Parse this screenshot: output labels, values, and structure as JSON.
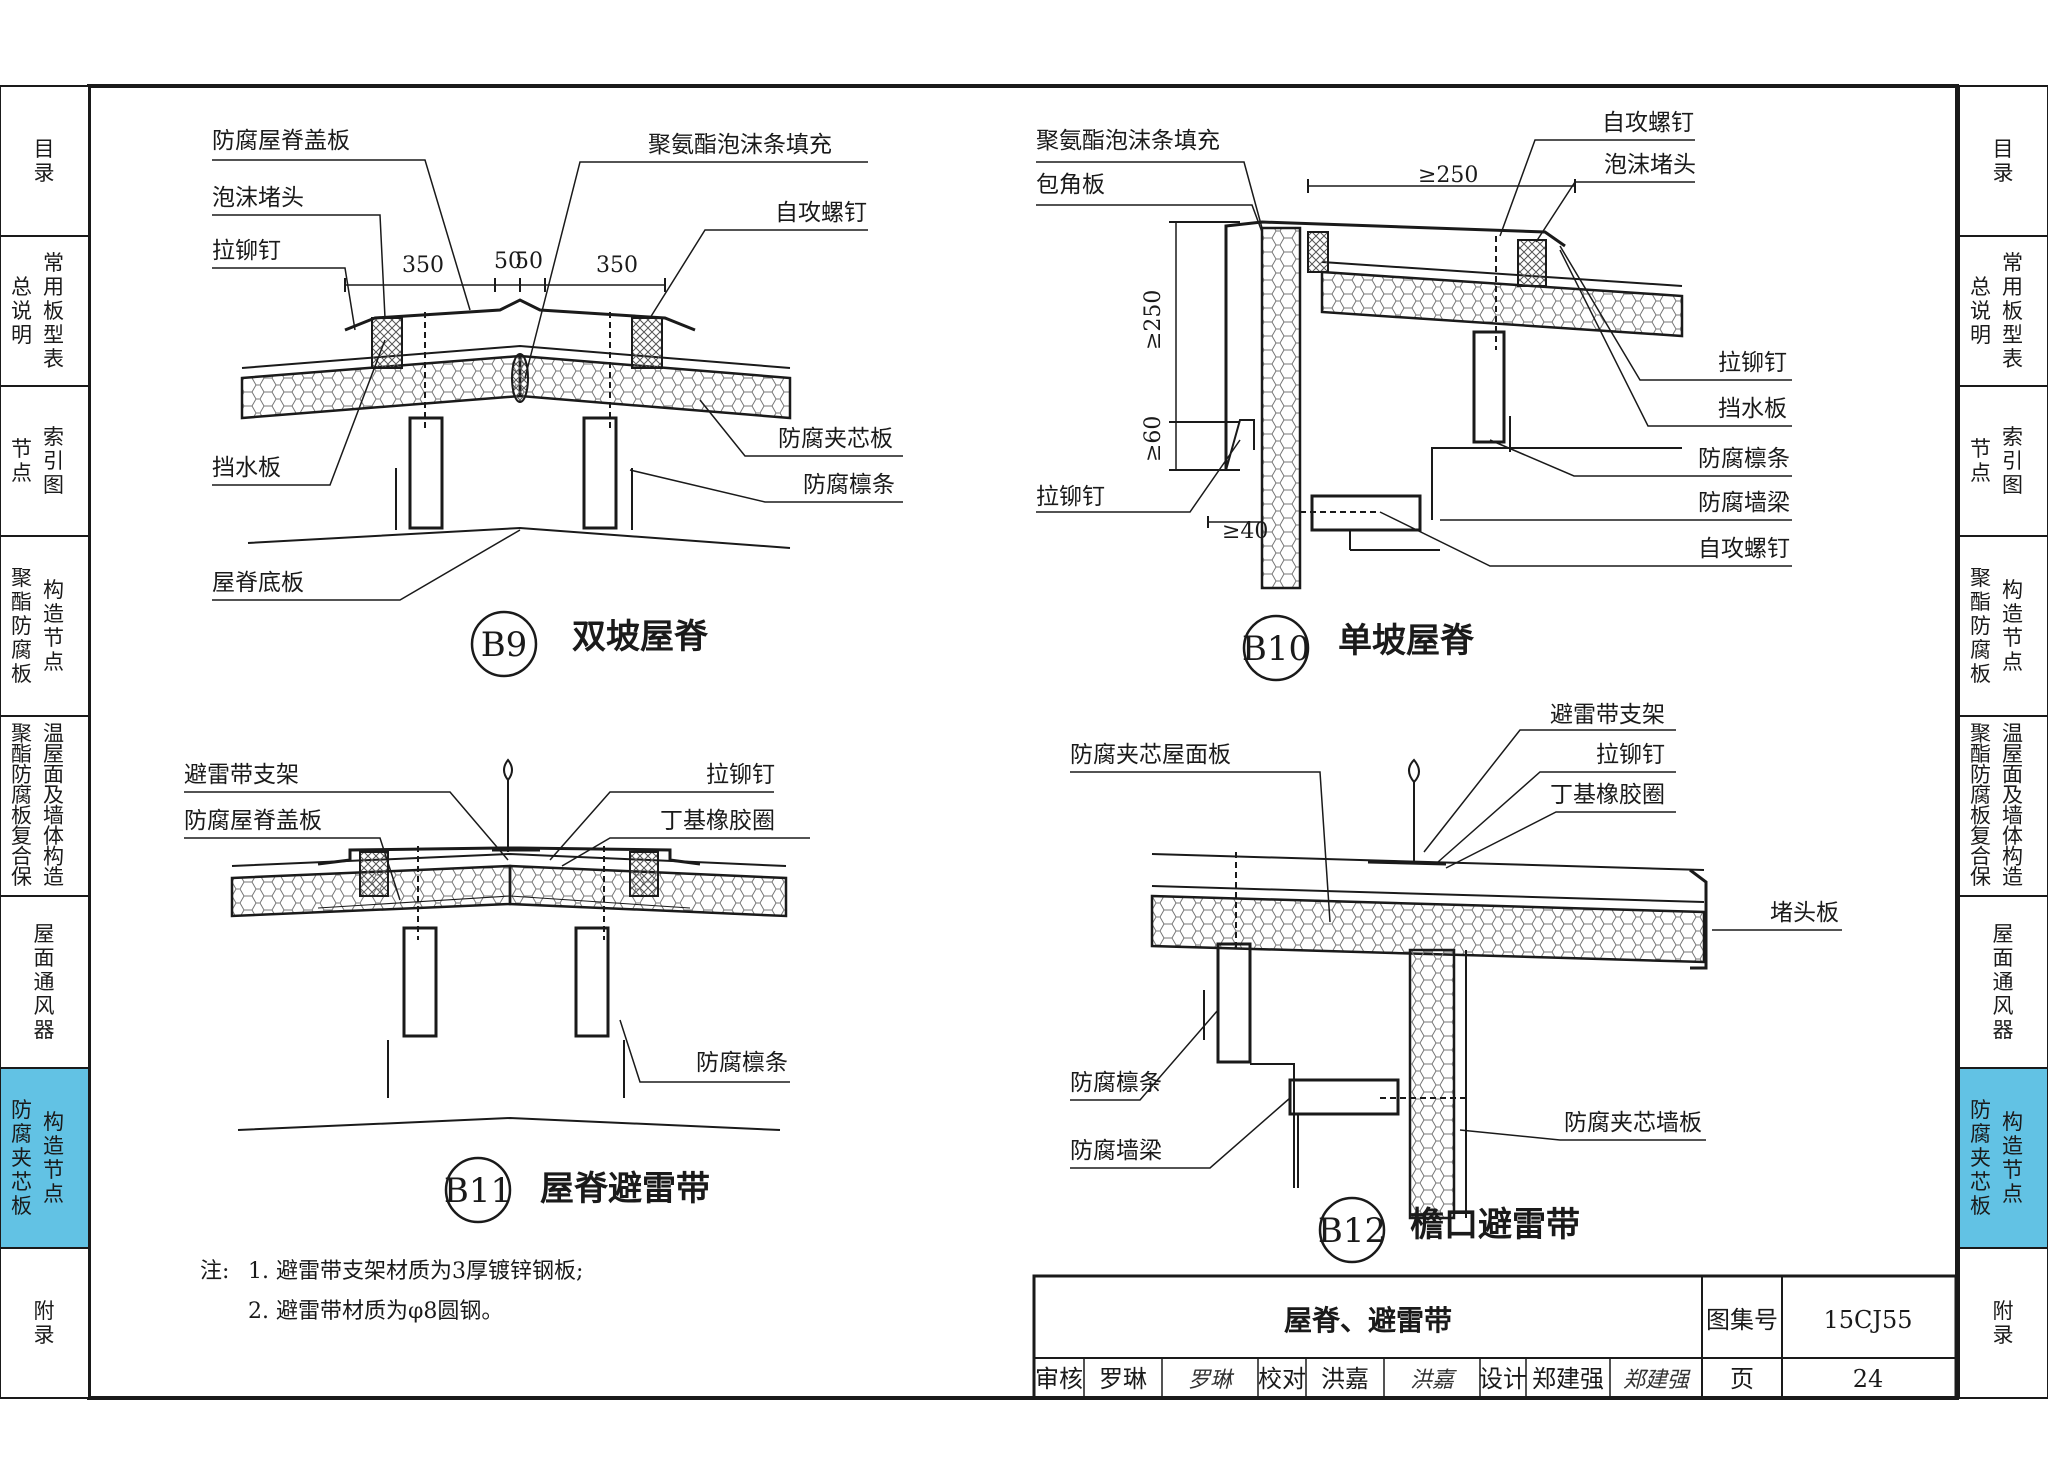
{
  "side_tabs": [
    {
      "col1": "目录",
      "col2": "",
      "active": false
    },
    {
      "col1": "总说明",
      "col2": "常用板型表",
      "active": false
    },
    {
      "col1": "节点",
      "col2": "索引图",
      "active": false
    },
    {
      "col1": "聚酯防腐板",
      "col2": "构造节点",
      "active": false
    },
    {
      "col1": "聚酯防腐板复合保",
      "col2": "温屋面及墙体构造",
      "active": false
    },
    {
      "col1": "屋面通风器",
      "col2": "",
      "active": false
    },
    {
      "col1": "防腐夹芯板",
      "col2": "构造节点",
      "active": true
    },
    {
      "col1": "附录",
      "col2": "",
      "active": false
    }
  ],
  "colors": {
    "active_tab": "#62c2e4",
    "line": "#1a1a1a",
    "hatch": "#888888"
  },
  "details": {
    "b9": {
      "mark": "B9",
      "caption": "双坡屋脊",
      "labels": {
        "ridge_cap": "防腐屋脊盖板",
        "foam_plug": "泡沫堵头",
        "rivet": "拉铆钉",
        "pu_fill": "聚氨酯泡沫条填充",
        "screw": "自攻螺钉",
        "water_stop": "挡水板",
        "sandwich": "防腐夹芯板",
        "purlin": "防腐檩条",
        "ridge_base": "屋脊底板"
      },
      "dims": {
        "left": "350",
        "mid_a": "50",
        "mid_b": "50",
        "right": "350"
      }
    },
    "b10": {
      "mark": "B10",
      "caption": "单坡屋脊",
      "labels": {
        "pu_fill": "聚氨酯泡沫条填充",
        "corner": "包角板",
        "screw_top": "自攻螺钉",
        "foam_plug": "泡沫堵头",
        "rivet_r": "拉铆钉",
        "water_stop": "挡水板",
        "purlin": "防腐檩条",
        "wall_beam": "防腐墙梁",
        "screw_bot": "自攻螺钉",
        "rivet_l": "拉铆钉"
      },
      "dims": {
        "top": "≥250",
        "vert": "≥250",
        "small": "≥60",
        "bottom": "≥40"
      }
    },
    "b11": {
      "mark": "B11",
      "caption": "屋脊避雷带",
      "labels": {
        "bracket": "避雷带支架",
        "ridge_cap": "防腐屋脊盖板",
        "rivet": "拉铆钉",
        "washer": "丁基橡胶圈",
        "purlin": "防腐檩条"
      }
    },
    "b12": {
      "mark": "B12",
      "caption": "檐口避雷带",
      "labels": {
        "roof_panel": "防腐夹芯屋面板",
        "bracket": "避雷带支架",
        "rivet": "拉铆钉",
        "washer": "丁基橡胶圈",
        "end_plate": "堵头板",
        "purlin": "防腐檩条",
        "wall_beam": "防腐墙梁",
        "wall_panel": "防腐夹芯墙板"
      }
    }
  },
  "notes": {
    "prefix": "注:",
    "items": [
      "1. 避雷带支架材质为3厚镀锌钢板;",
      "2. 避雷带材质为φ8圆钢。"
    ]
  },
  "title_block": {
    "title": "屋脊、避雷带",
    "atlas_label": "图集号",
    "atlas_no": "15CJ55",
    "review_label": "审核",
    "reviewer": "罗琳",
    "reviewer_sig": "罗琳",
    "check_label": "校对",
    "checker": "洪嘉",
    "checker_sig": "洪嘉",
    "design_label": "设计",
    "designer": "郑建强",
    "designer_sig": "郑建强",
    "page_label": "页",
    "page_no": "24"
  }
}
